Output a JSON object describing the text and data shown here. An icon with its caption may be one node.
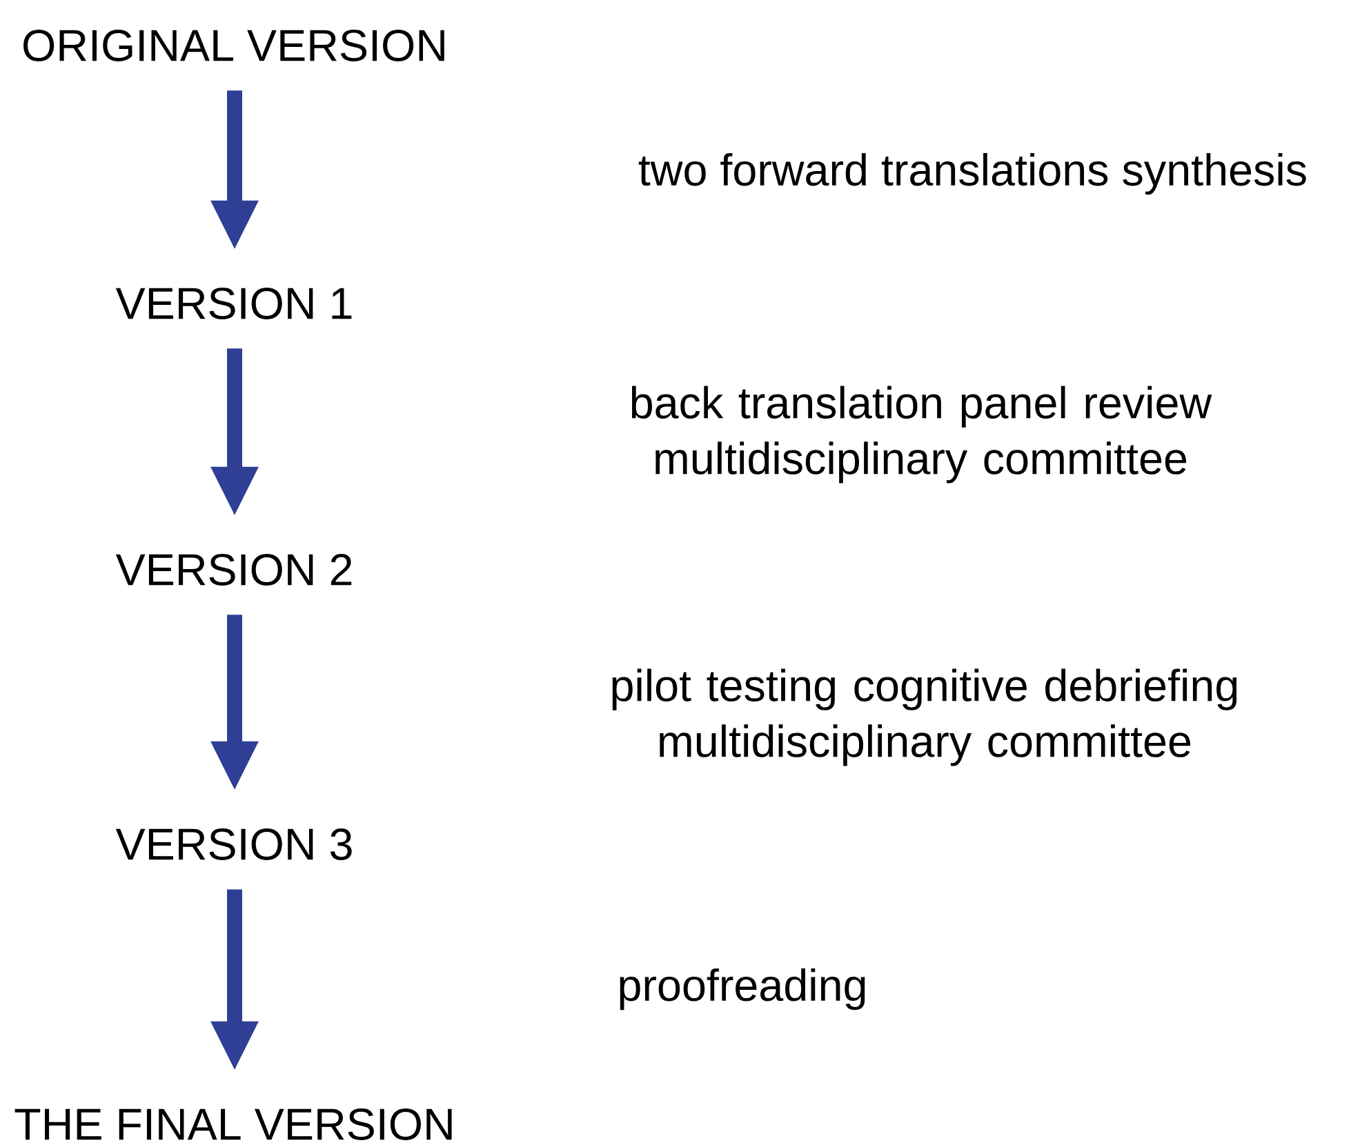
{
  "diagram": {
    "nodes": [
      {
        "text": [
          "ORIGINAL VERSION"
        ]
      },
      {
        "text": [
          "VERSION 1"
        ]
      },
      {
        "text": [
          "VERSION 2"
        ]
      },
      {
        "text": [
          "VERSION 3"
        ]
      },
      {
        "text": [
          "THE FINAL VERSION"
        ]
      }
    ],
    "edges": [
      {
        "from": 0,
        "to": 1,
        "arrow": "to"
      },
      {
        "from": 1,
        "to": 2,
        "arrow": "to"
      },
      {
        "from": 2,
        "to": 3,
        "arrow": "to"
      },
      {
        "from": 3,
        "to": 4,
        "arrow": "to"
      }
    ],
    "labels": [
      "two forward translations synthesis",
      "back translation panel review multidisciplinary committee",
      "pilot testing cognitive debriefing multidisciplinary committee",
      "proofreading"
    ]
  }
}
